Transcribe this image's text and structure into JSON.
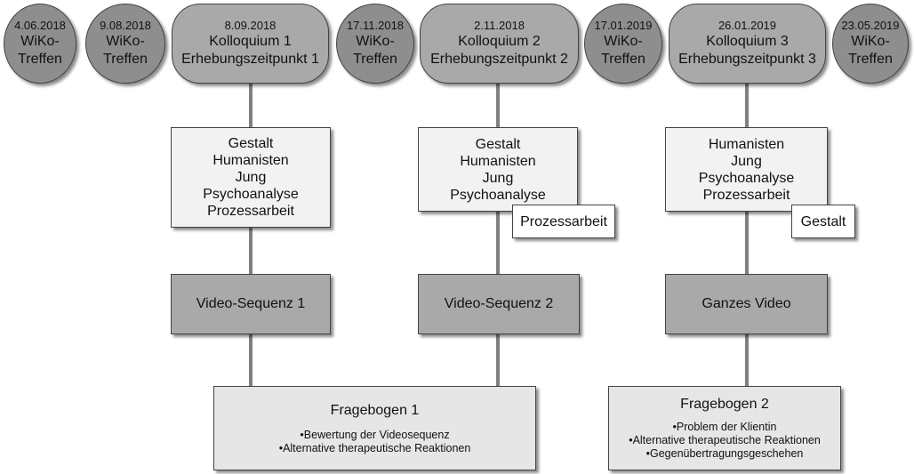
{
  "timeline": {
    "e1": {
      "date": "4.06.2018",
      "line1": "WiKo-",
      "line2": "Treffen"
    },
    "e2": {
      "date": "9.08.2018",
      "line1": "WiKo-",
      "line2": "Treffen"
    },
    "e3": {
      "date": "8.09.2018",
      "line1": "Kolloquium 1",
      "line2": "Erhebungszeitpunkt 1"
    },
    "e4": {
      "date": "17.11.2018",
      "line1": "WiKo-",
      "line2": "Treffen"
    },
    "e5": {
      "date": "2.11.2018",
      "line1": "Kolloquium 2",
      "line2": "Erhebungszeitpunkt 2"
    },
    "e6": {
      "date": "17.01.2019",
      "line1": "WiKo-",
      "line2": "Treffen"
    },
    "e7": {
      "date": "26.01.2019",
      "line1": "Kolloquium 3",
      "line2": "Erhebungszeitpunkt 3"
    },
    "e8": {
      "date": "23.05.2019",
      "line1": "WiKo-",
      "line2": "Treffen"
    }
  },
  "schools": {
    "k1": [
      "Gestalt",
      "Humanisten",
      "Jung",
      "Psychoanalyse",
      "Prozessarbeit"
    ],
    "k2": [
      "Gestalt",
      "Humanisten",
      "Jung",
      "Psychoanalyse"
    ],
    "k2_extra": "Prozessarbeit",
    "k3": [
      "Humanisten",
      "Jung",
      "Psychoanalyse",
      "Prozessarbeit"
    ],
    "k3_extra": "Gestalt"
  },
  "videos": {
    "v1": "Video-Sequenz 1",
    "v2": "Video-Sequenz 2",
    "v3": "Ganzes Video"
  },
  "questionnaires": {
    "f1": {
      "title": "Fragebogen 1",
      "items": [
        "•Bewertung der Videosequenz",
        "•Alternative therapeutische Reaktionen"
      ]
    },
    "f2": {
      "title": "Fragebogen 2",
      "items": [
        "•Problem der Klientin",
        "•Alternative therapeutische Reaktionen",
        "•Gegenübertragungsgeschehen"
      ]
    }
  },
  "colors": {
    "dark": "#8e8e8e",
    "medium": "#a9a9a9",
    "light": "#e6e6e6",
    "box": "#f2f2f2",
    "connector": "#808080"
  }
}
